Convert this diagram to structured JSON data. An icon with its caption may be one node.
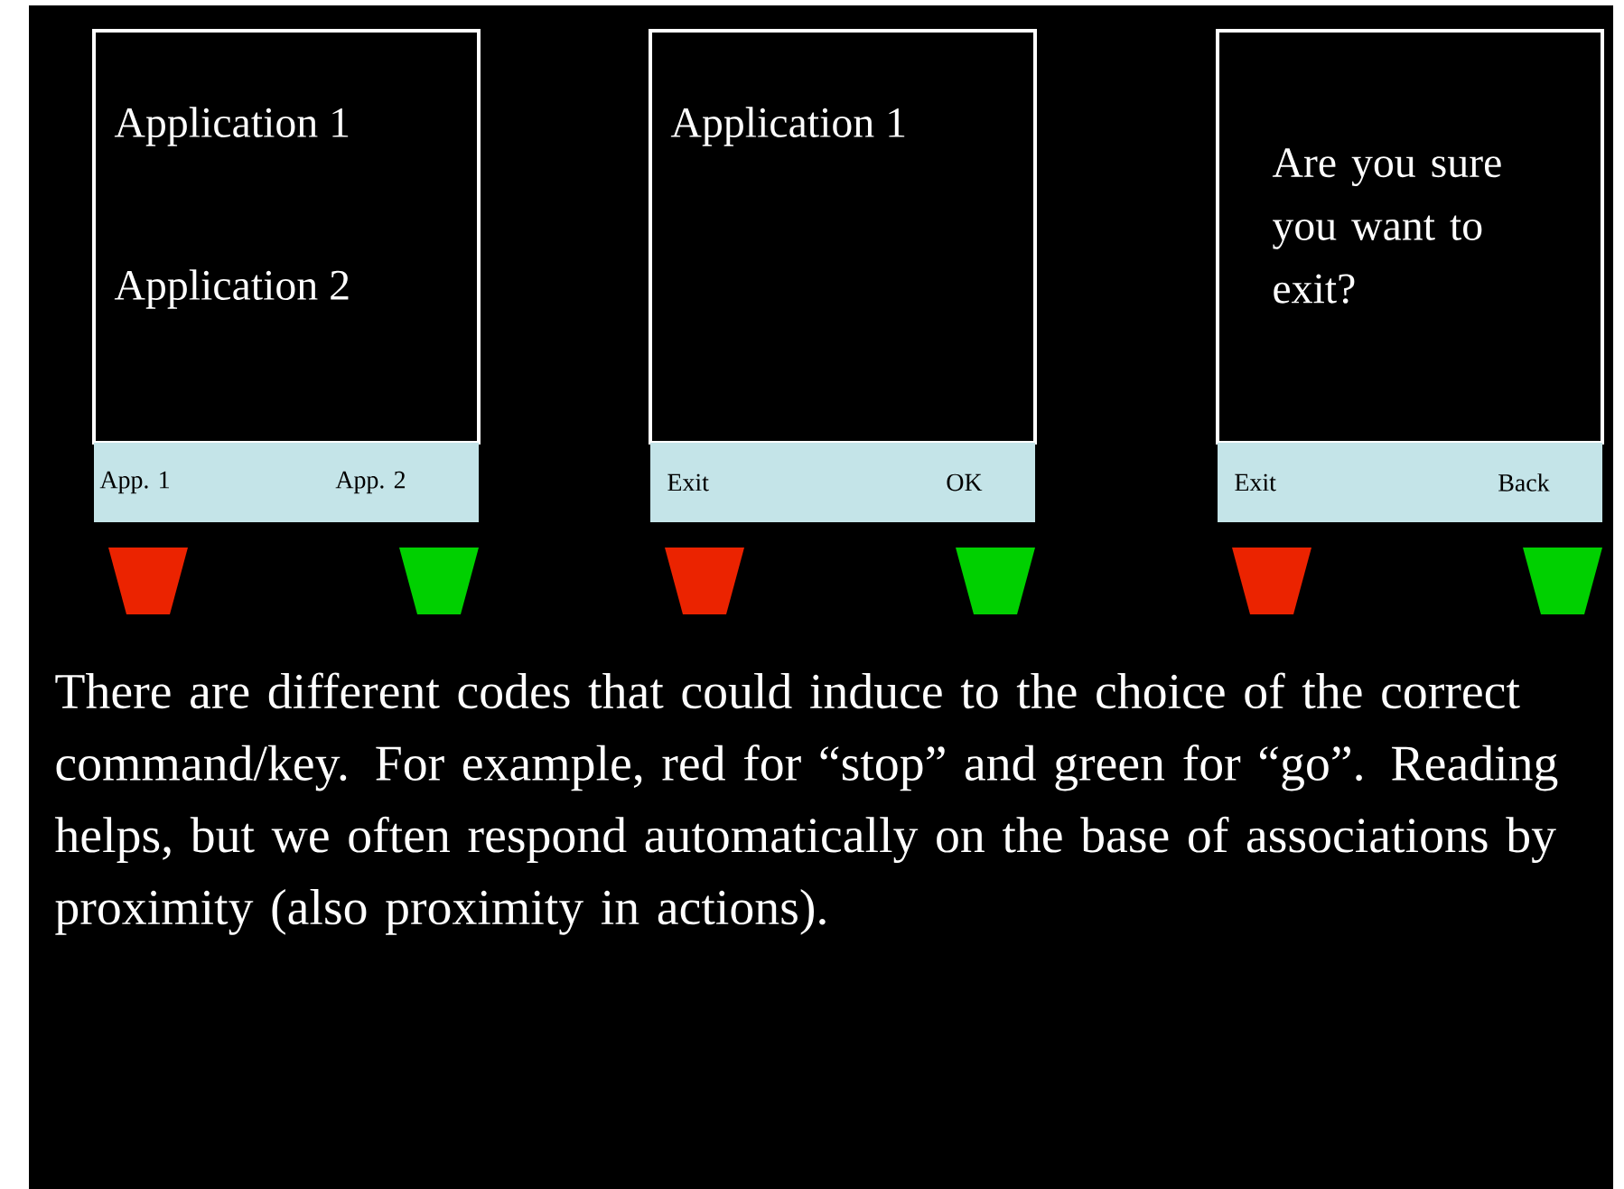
{
  "diagram": {
    "nodes": [
      {
        "text": [
          "Application 1",
          "Application 2"
        ]
      },
      {
        "text": [
          "App. 1",
          "App. 2"
        ]
      },
      {
        "text": [
          "Application 1"
        ]
      },
      {
        "text": [
          "Exit",
          "OK"
        ]
      },
      {
        "text": [
          "Are you sure you want to exit?"
        ]
      },
      {
        "text": [
          "Exit",
          "Back"
        ]
      }
    ],
    "labels": [
      "There are different codes that could induce to the choice of the correct command/key. For example, red for “stop” and green for “go”. Reading helps, but we often respond automatically on the base of associations by proximity (also proximity in actions)."
    ]
  }
}
